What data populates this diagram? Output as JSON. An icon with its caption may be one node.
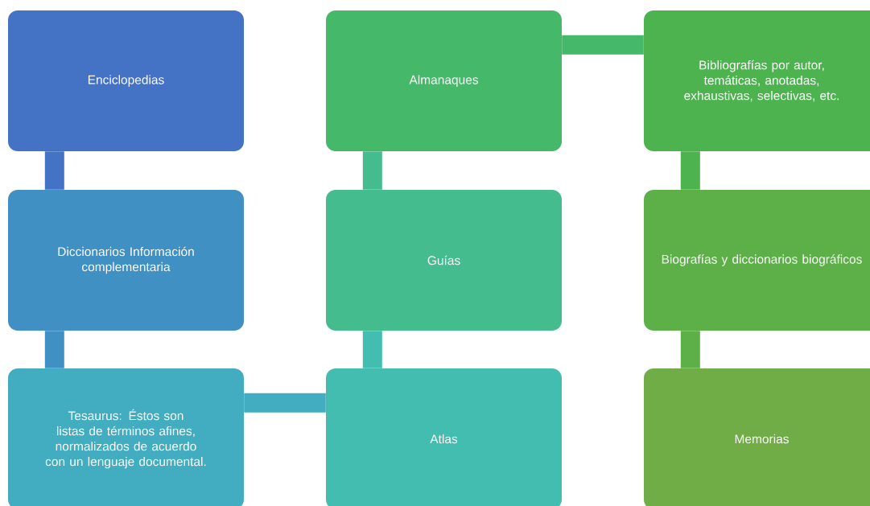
{
  "diagram": {
    "nodes": [
      {
        "text": [
          "Enciclopedias"
        ]
      },
      {
        "text": [
          "Diccionarios Información complementaria"
        ]
      },
      {
        "text": [
          "Tesaurus: Éstos son listas de términos afines, normalizados de acuerdo con un lenguaje documental."
        ]
      },
      {
        "text": [
          "Atlas"
        ]
      },
      {
        "text": [
          "Guías"
        ]
      },
      {
        "text": [
          "Almanaques"
        ]
      },
      {
        "text": [
          "Bibliografías por autor, temáticas, anotadas, exhaustivas, selectivas, etc."
        ]
      },
      {
        "text": [
          "Biografías y diccionarios biográficos"
        ]
      },
      {
        "text": [
          "Memorias"
        ]
      }
    ],
    "edges": [
      {
        "from": 0,
        "to": 1,
        "arrow": "none",
        "color": "#4472c4"
      },
      {
        "from": 1,
        "to": 2,
        "arrow": "none",
        "color": "#4190c4"
      },
      {
        "from": 2,
        "to": 3,
        "arrow": "none",
        "color": "#42adc0"
      },
      {
        "from": 3,
        "to": 4,
        "arrow": "none",
        "color": "#43bdb0"
      },
      {
        "from": 4,
        "to": 5,
        "arrow": "none",
        "color": "#44bc8e"
      },
      {
        "from": 5,
        "to": 6,
        "arrow": "none",
        "color": "#46b86a"
      },
      {
        "from": 6,
        "to": 7,
        "arrow": "none",
        "color": "#4cb34f"
      },
      {
        "from": 7,
        "to": 8,
        "arrow": "none",
        "color": "#5daf47"
      }
    ]
  }
}
